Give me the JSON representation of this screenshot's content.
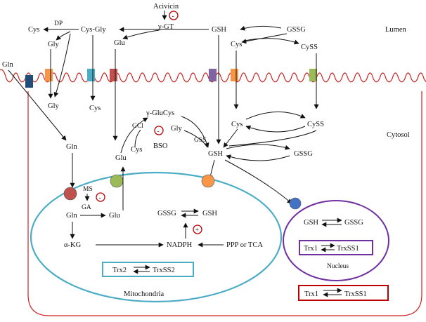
{
  "compartments": {
    "lumen": "Lumen",
    "cytosol": "Cytosol",
    "mitochondria": "Mitochondria",
    "nucleus": "Nucleus"
  },
  "inhibitors": {
    "acivicin": "Acivicin",
    "bso": "BSO",
    "ga": "GA",
    "minus_sign": "-",
    "plus_sign": "+"
  },
  "enzymes": {
    "ggt": "γ-GT",
    "dp": "DP",
    "gcl": "GCl",
    "gss": "GSS",
    "ms": "MS"
  },
  "metabolites": {
    "cys": "Cys",
    "cysgly": "Cys-Gly",
    "gly": "Gly",
    "glu": "Glu",
    "gsh": "GSH",
    "gssg": "GSSG",
    "cyss": "CySS",
    "gln": "Gln",
    "gglucys": "γ-GluCys",
    "akg": "α-KG",
    "nadph": "NADPH",
    "ppp_tca": "PPP or TCA"
  },
  "redox_boxes": {
    "trx1": "Trx1",
    "trxss1": "TrxSS1",
    "trx2": "Trx2",
    "trxss2": "TrxSS2"
  },
  "colors": {
    "membrane": "#cc2222",
    "transporter_navy": "#1f4e79",
    "transporter_orange": "#f79646",
    "transporter_cyan": "#4bacc6",
    "transporter_red": "#c0504d",
    "transporter_purple": "#8064a2",
    "transporter_green": "#9bbb59",
    "transporter_blue": "#4472c4",
    "mito_border": "#4bacc6",
    "nucleus_border": "#7030a0",
    "inhibit_ring": "#c00000"
  }
}
